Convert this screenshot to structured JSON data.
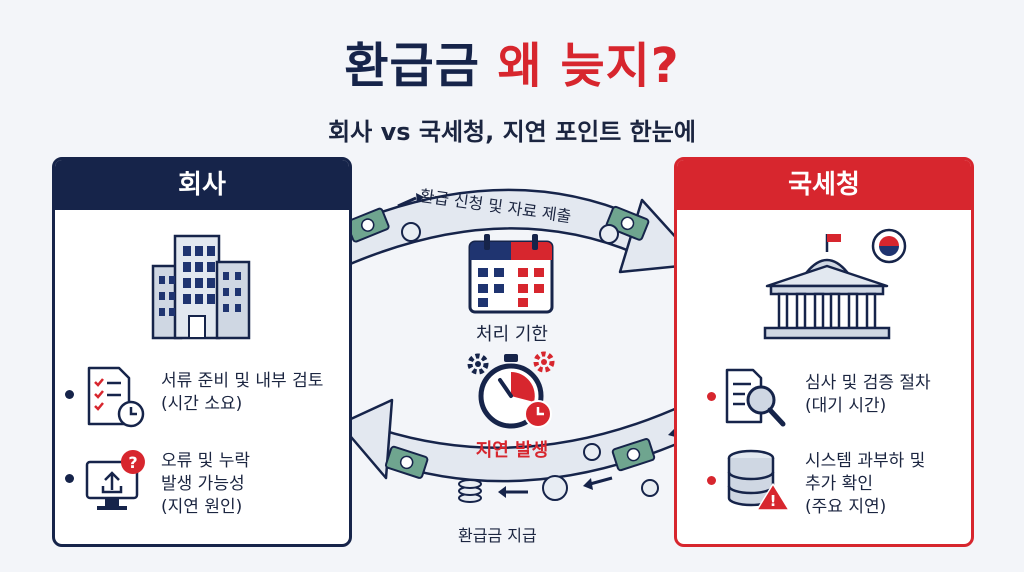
{
  "title": {
    "part1": "환급금",
    "part2": "왜 늦지?"
  },
  "subtitle": "회사 vs 국세청, 지연 포인트 한눈에",
  "company": {
    "header": "회사",
    "items": [
      {
        "lines": [
          "서류 준비 및 내부 검토",
          "(시간 소요)"
        ],
        "icon": "document-checklist-clock-icon"
      },
      {
        "lines": [
          "오류 및 누락",
          "발생 가능성",
          "(지연 원인)"
        ],
        "icon": "monitor-upload-error-icon"
      }
    ],
    "icon": "office-building-icon"
  },
  "nts": {
    "header": "국세청",
    "items": [
      {
        "lines": [
          "심사 및 검증 절차",
          "(대기 시간)"
        ],
        "icon": "document-magnifier-icon"
      },
      {
        "lines": [
          "시스템 과부하 및",
          "추가 확인",
          "(주요 지연)"
        ],
        "icon": "database-warning-icon"
      }
    ],
    "icon": "government-building-icon"
  },
  "flows": {
    "top": "환급 신청 및 자료 제출",
    "bottom": "환급금 지급"
  },
  "center": {
    "deadline": "처리 기한",
    "delay": "지연 발생",
    "icons": [
      "calendar-icon",
      "stopwatch-gears-icon"
    ]
  },
  "colors": {
    "navy": "#16244a",
    "red": "#d7262e",
    "arrow_fill": "#e3e8f0",
    "money_green": "#6fa58f"
  }
}
